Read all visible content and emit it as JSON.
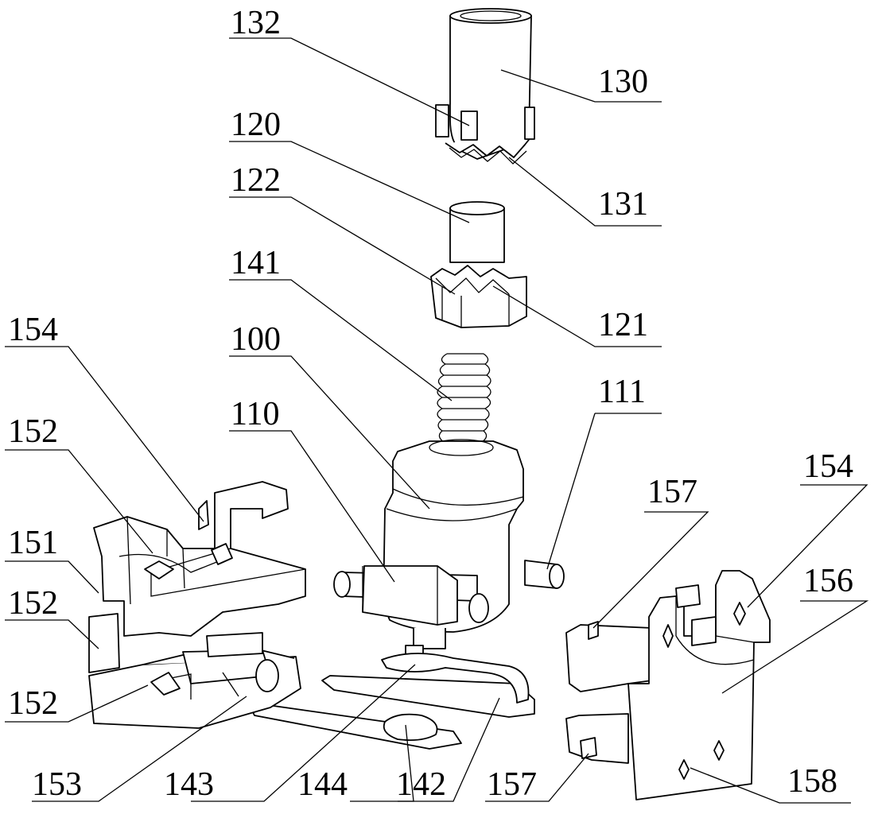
{
  "labels": [
    {
      "id": "l132",
      "text": "132"
    },
    {
      "id": "l130",
      "text": "130"
    },
    {
      "id": "l120",
      "text": "120"
    },
    {
      "id": "l131",
      "text": "131"
    },
    {
      "id": "l122",
      "text": "122"
    },
    {
      "id": "l141",
      "text": "141"
    },
    {
      "id": "l121",
      "text": "121"
    },
    {
      "id": "l154a",
      "text": "154"
    },
    {
      "id": "l100",
      "text": "100"
    },
    {
      "id": "l111",
      "text": "111"
    },
    {
      "id": "l152a",
      "text": "152"
    },
    {
      "id": "l110",
      "text": "110"
    },
    {
      "id": "l157a",
      "text": "157"
    },
    {
      "id": "l154b",
      "text": "154"
    },
    {
      "id": "l151",
      "text": "151"
    },
    {
      "id": "l156",
      "text": "156"
    },
    {
      "id": "l152b",
      "text": "152"
    },
    {
      "id": "l152c",
      "text": "152"
    },
    {
      "id": "l153",
      "text": "153"
    },
    {
      "id": "l143",
      "text": "143"
    },
    {
      "id": "l144",
      "text": "144"
    },
    {
      "id": "l142",
      "text": "142"
    },
    {
      "id": "l157b",
      "text": "157"
    },
    {
      "id": "l158",
      "text": "158"
    }
  ]
}
